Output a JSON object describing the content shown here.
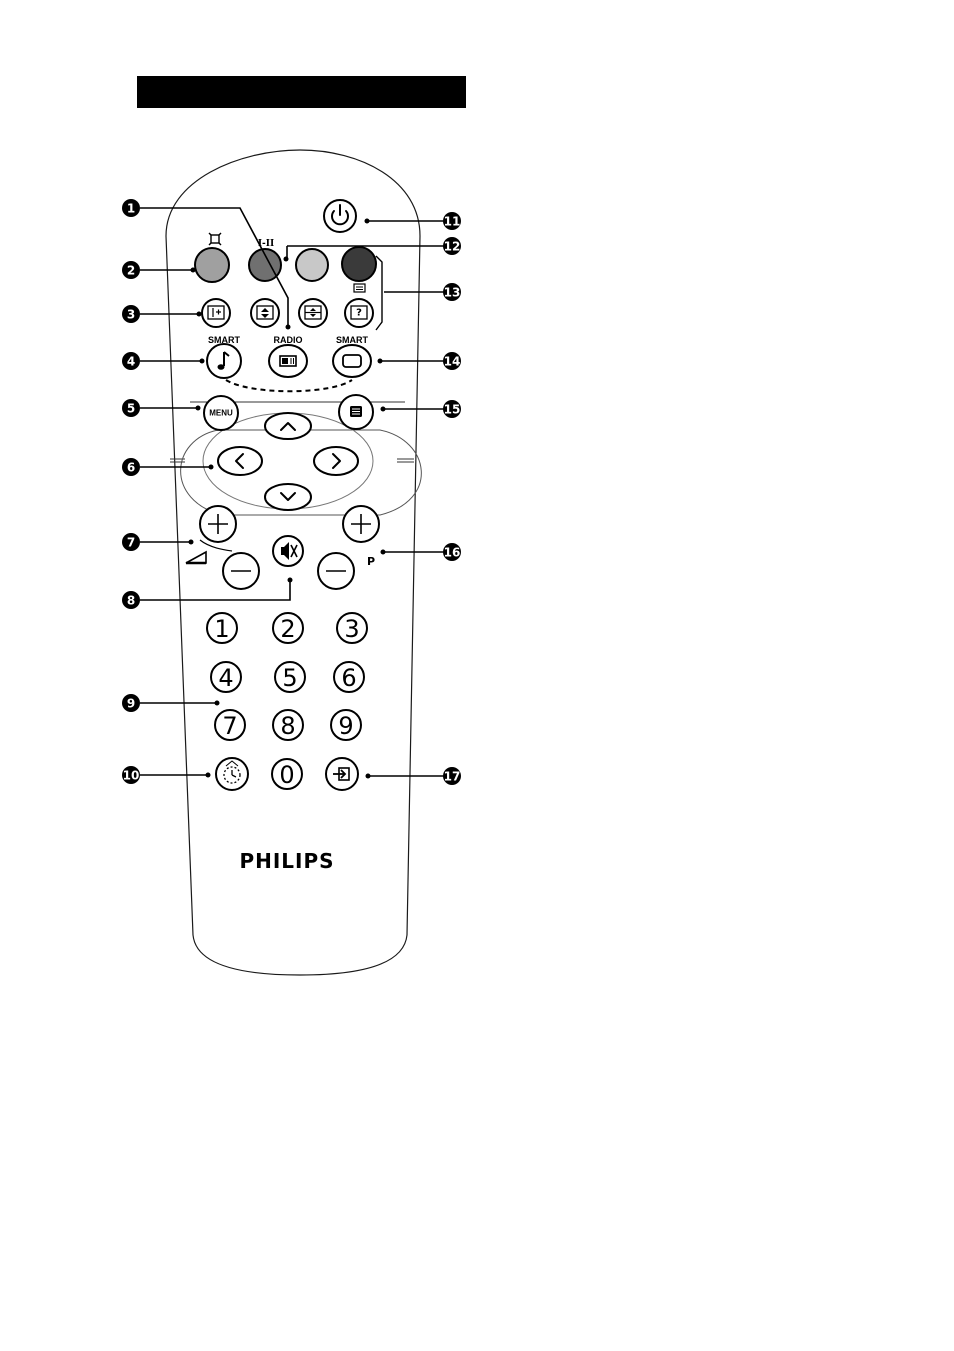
{
  "header_bar": {
    "color": "#000000"
  },
  "brand": {
    "logo_text": "PHILIPS"
  },
  "button_labels": {
    "radio": "RADIO",
    "smart_sound": "SMART",
    "smart_picture": "SMART",
    "menu": "MENU",
    "sound_mode": "I-II",
    "program": "P"
  },
  "color_keys": [
    {
      "name": "red",
      "color": "#a0a0a0"
    },
    {
      "name": "green",
      "color": "#707070"
    },
    {
      "name": "yellow",
      "color": "#c8c8c8"
    },
    {
      "name": "blue",
      "color": "#3a3a3a"
    }
  ],
  "number_keys": [
    "1",
    "2",
    "3",
    "4",
    "5",
    "6",
    "7",
    "8",
    "9",
    "0"
  ],
  "callouts": [
    "1",
    "2",
    "3",
    "4",
    "5",
    "6",
    "7",
    "8",
    "9",
    "10",
    "11",
    "12",
    "13",
    "14",
    "15",
    "16",
    "17"
  ]
}
